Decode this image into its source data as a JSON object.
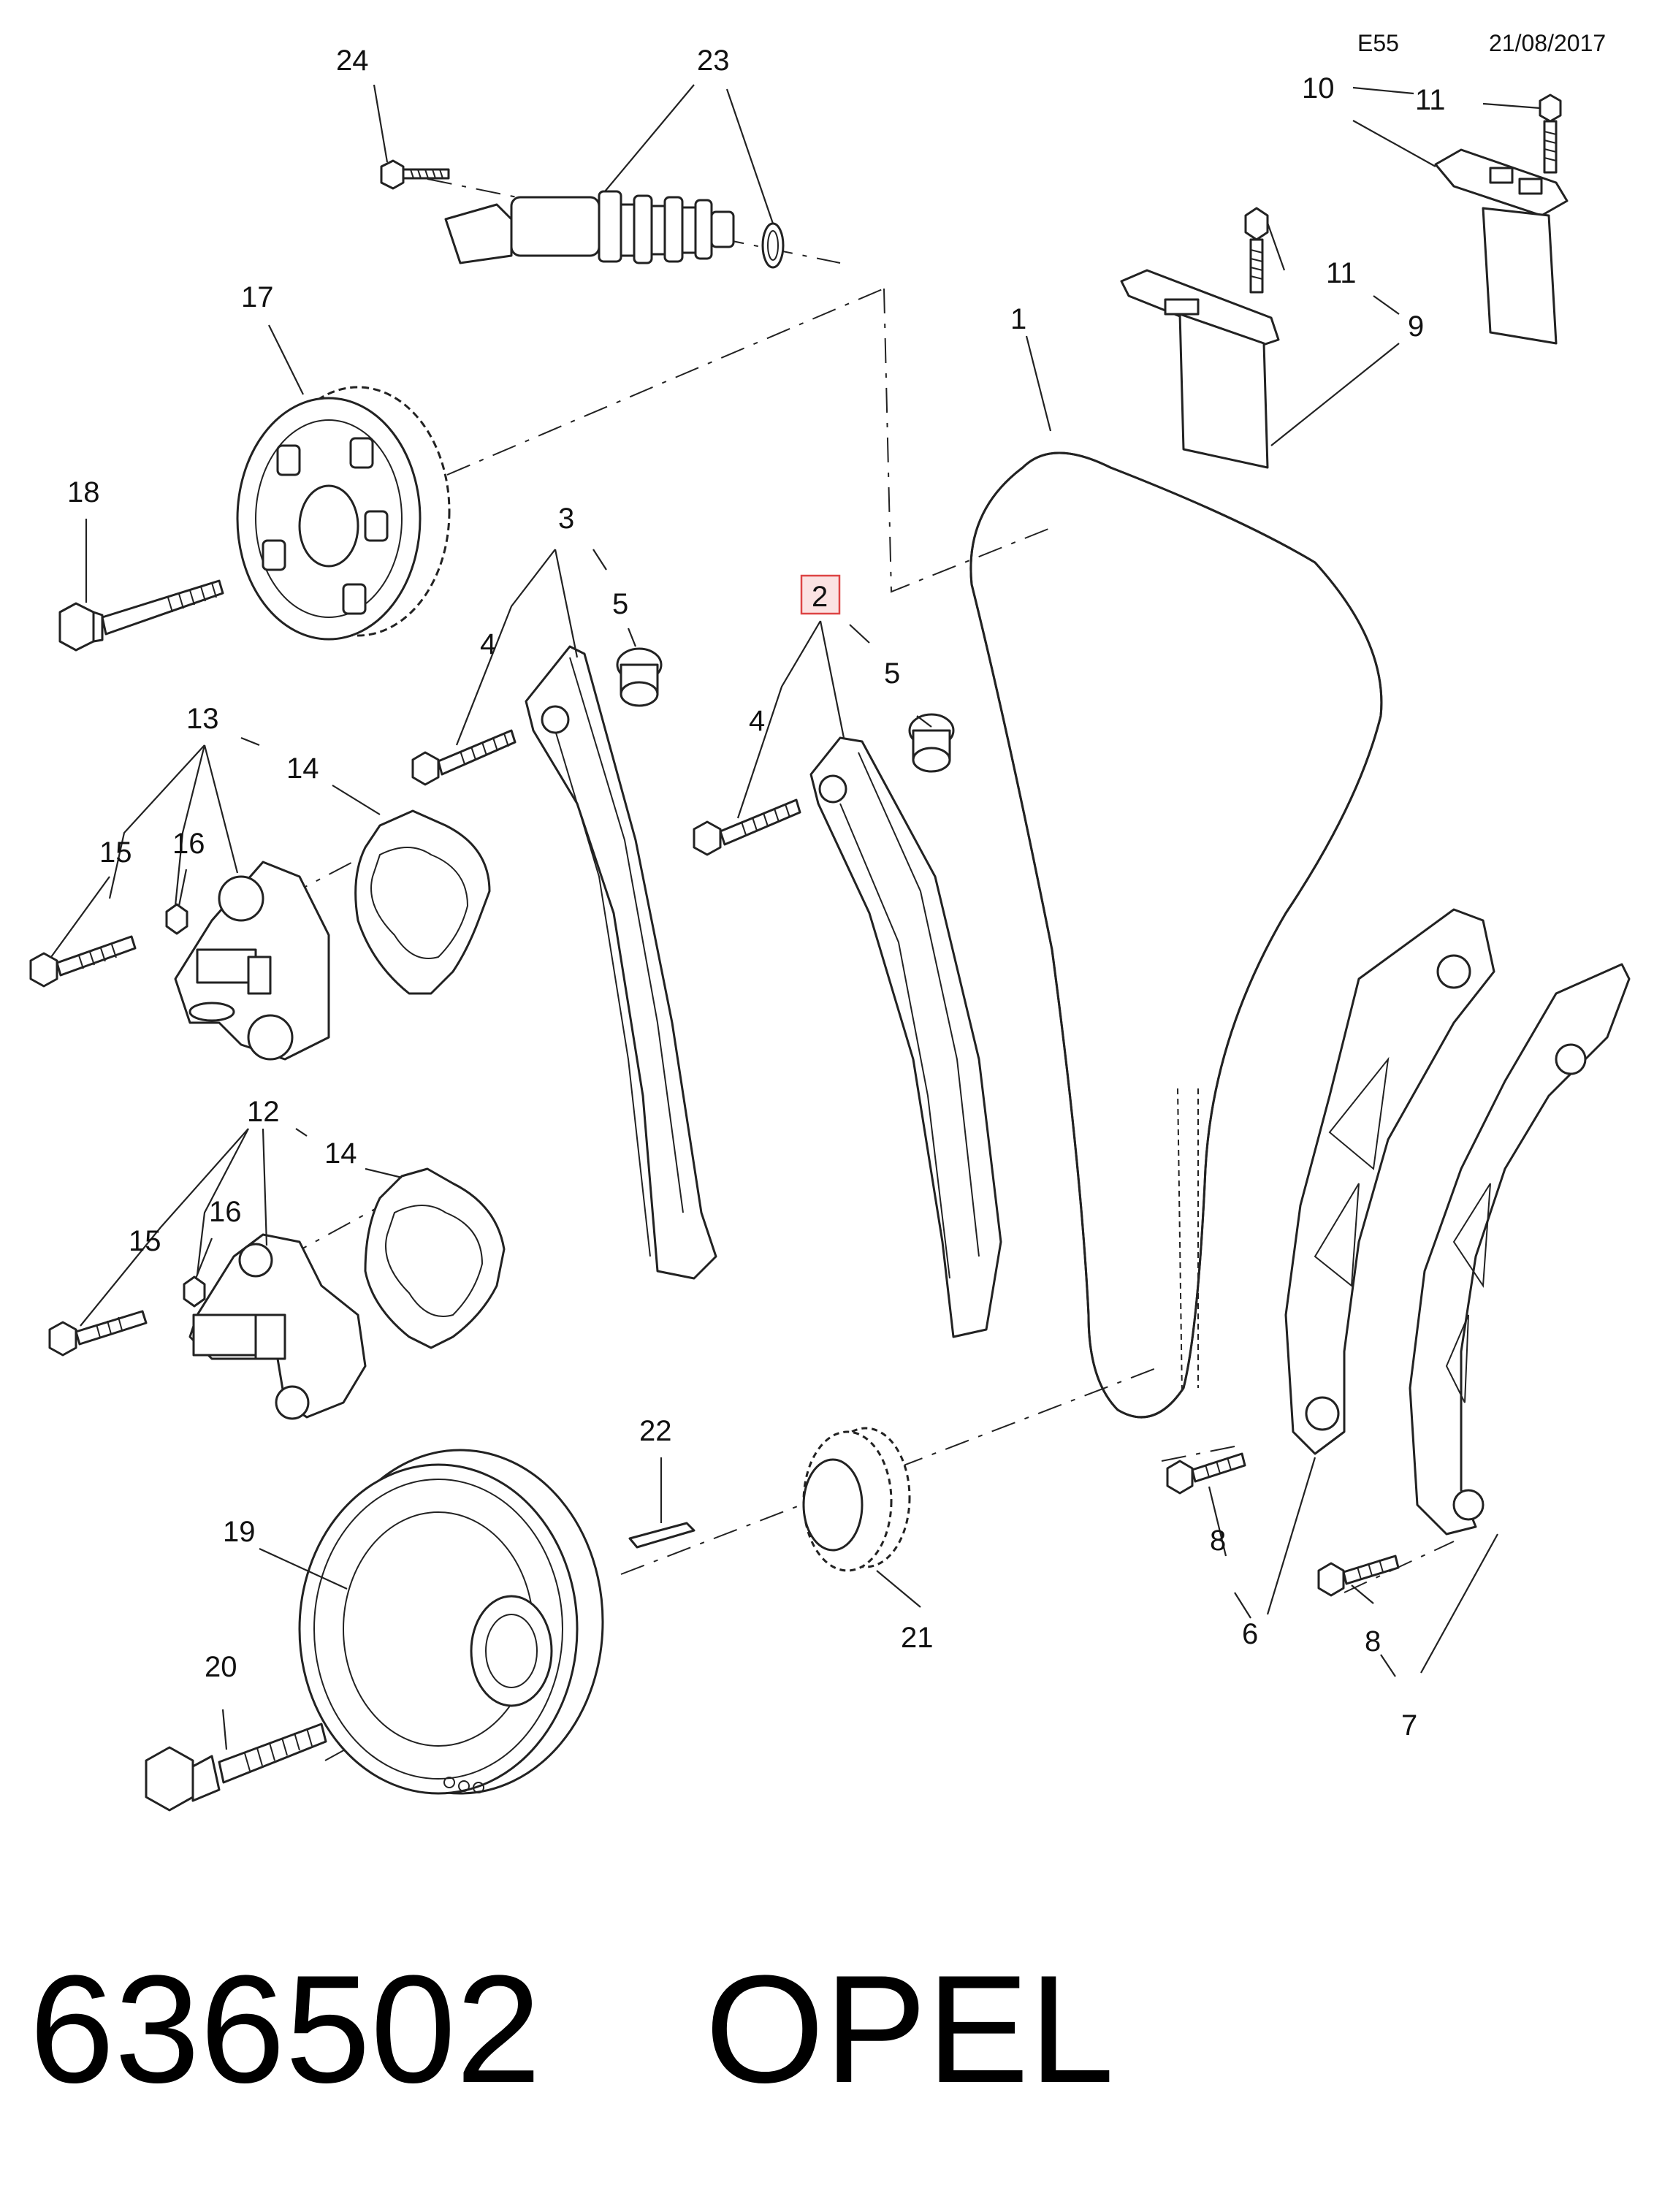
{
  "header": {
    "code": "E55",
    "date": "21/08/2017"
  },
  "callouts": [
    {
      "id": "c24",
      "label": "24"
    },
    {
      "id": "c23",
      "label": "23"
    },
    {
      "id": "c10",
      "label": "10"
    },
    {
      "id": "c11a",
      "label": "11"
    },
    {
      "id": "c11b",
      "label": "11"
    },
    {
      "id": "c9",
      "label": "9"
    },
    {
      "id": "c17",
      "label": "17"
    },
    {
      "id": "c1",
      "label": "1"
    },
    {
      "id": "c18",
      "label": "18"
    },
    {
      "id": "c3",
      "label": "3"
    },
    {
      "id": "c5a",
      "label": "5"
    },
    {
      "id": "c4a",
      "label": "4"
    },
    {
      "id": "c2",
      "label": "2"
    },
    {
      "id": "c5b",
      "label": "5"
    },
    {
      "id": "c4b",
      "label": "4"
    },
    {
      "id": "c13",
      "label": "13"
    },
    {
      "id": "c14a",
      "label": "14"
    },
    {
      "id": "c15a",
      "label": "15"
    },
    {
      "id": "c16a",
      "label": "16"
    },
    {
      "id": "c12",
      "label": "12"
    },
    {
      "id": "c14b",
      "label": "14"
    },
    {
      "id": "c16b",
      "label": "16"
    },
    {
      "id": "c15b",
      "label": "15"
    },
    {
      "id": "c22",
      "label": "22"
    },
    {
      "id": "c19",
      "label": "19"
    },
    {
      "id": "c20",
      "label": "20"
    },
    {
      "id": "c21",
      "label": "21"
    },
    {
      "id": "c8a",
      "label": "8"
    },
    {
      "id": "c6",
      "label": "6"
    },
    {
      "id": "c8b",
      "label": "8"
    },
    {
      "id": "c7",
      "label": "7"
    }
  ],
  "highlighted_callout": "2",
  "footer": {
    "part_number": "636502",
    "brand": "OPEL"
  }
}
